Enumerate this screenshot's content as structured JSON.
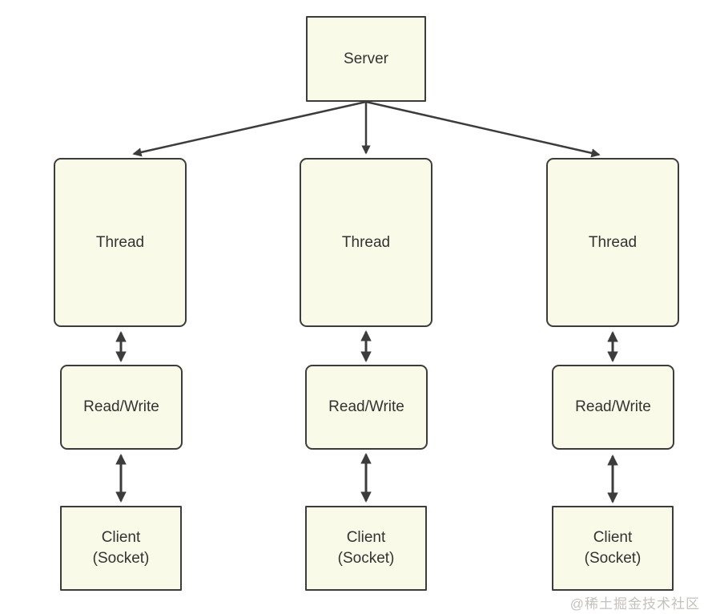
{
  "diagram": {
    "server": {
      "label": "Server"
    },
    "columns": [
      {
        "thread_label": "Thread",
        "readwrite_label": "Read/Write",
        "client_label": "Client\n(Socket)"
      },
      {
        "thread_label": "Thread",
        "readwrite_label": "Read/Write",
        "client_label": "Client\n(Socket)"
      },
      {
        "thread_label": "Thread",
        "readwrite_label": "Read/Write",
        "client_label": "Client\n(Socket)"
      }
    ],
    "edges": [
      {
        "from": "server",
        "to": "thread-1",
        "direction": "one-way"
      },
      {
        "from": "server",
        "to": "thread-2",
        "direction": "one-way"
      },
      {
        "from": "server",
        "to": "thread-3",
        "direction": "one-way"
      },
      {
        "from": "thread-1",
        "to": "readwrite-1",
        "direction": "bidirectional"
      },
      {
        "from": "thread-2",
        "to": "readwrite-2",
        "direction": "bidirectional"
      },
      {
        "from": "thread-3",
        "to": "readwrite-3",
        "direction": "bidirectional"
      },
      {
        "from": "readwrite-1",
        "to": "client-1",
        "direction": "bidirectional"
      },
      {
        "from": "readwrite-2",
        "to": "client-2",
        "direction": "bidirectional"
      },
      {
        "from": "readwrite-3",
        "to": "client-3",
        "direction": "bidirectional"
      }
    ],
    "colors": {
      "node_fill": "#fafae8",
      "node_border": "#3c3c3c",
      "arrow": "#3c3c3c",
      "text": "#333333",
      "watermark": "#c5c1bc"
    }
  },
  "watermark": {
    "text": "@稀土掘金技术社区"
  }
}
